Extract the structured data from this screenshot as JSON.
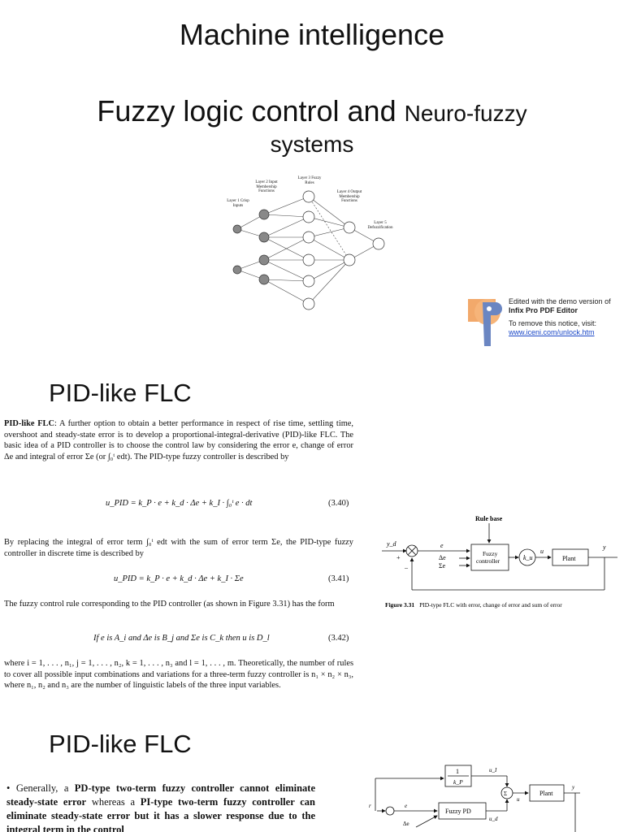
{
  "slide1": {
    "title": "Machine intelligence",
    "subtitle_main": "Fuzzy logic control and",
    "subtitle_small": "Neuro-fuzzy",
    "subtitle_line2": "systems",
    "network": {
      "layer1": "Layer 1 Crisp Inputs",
      "layer2": "Layer 2 Input Membership Functions",
      "layer3": "Layer 3 Fuzzy Rules",
      "layer4": "Layer 4 Output Membership Functions",
      "layer5": "Layer 5 Defuzzification"
    }
  },
  "watermark": {
    "line1": "Edited with the demo version of",
    "line2": "Infix Pro PDF Editor",
    "line3": "To remove this notice, visit:",
    "link": "www.iceni.com/unlock.htm"
  },
  "slide2": {
    "heading": "PID-like FLC",
    "para1_bold": "PID-like FLC",
    "para1": ": A further option to obtain a better performance in respect of rise time, settling time, overshoot and steady-state error is to develop a proportional-integral-derivative (PID)-like FLC. The basic idea of a PID controller is to choose the control law by considering the error e, change of error Δe and integral of error Σe (or ∫₀ᵗ edt). The PID-type fuzzy controller is described by",
    "eq1": "u_PID = k_P · e + k_d · Δe + k_I · ∫₀ᵗ e · dt",
    "eq1_num": "(3.40)",
    "para2": "By replacing the integral of error term ∫₀ᵗ edt with the sum of error term Σe, the PID-type fuzzy controller in discrete time is described by",
    "eq2": "u_PID = k_P · e + k_d · Δe + k_I · Σe",
    "eq2_num": "(3.41)",
    "para3": "The fuzzy control rule corresponding to the PID controller (as shown in Figure 3.31) has the form",
    "eq3": "If e is A_i and Δe is B_j and Σe is C_k then u is D_l",
    "eq3_num": "(3.42)",
    "para4": "where i = 1, . . . , n₁, j = 1, . . . , n₂, k = 1, . . . , n₃ and l = 1, . . . , m. Theoretically, the number of rules to cover all possible input combinations and variations for a three-term fuzzy controller is n₁ × n₂ × n₃, where n₁, n₂ and n₃ are the number of linguistic labels of the three input variables.",
    "figure": {
      "rule_base": "Rule base",
      "yd": "y_d",
      "e": "e",
      "de": "Δe",
      "se": "Σe",
      "fuzzy1": "Fuzzy",
      "fuzzy2": "controller",
      "ku": "k_u",
      "u": "u",
      "plant": "Plant",
      "y": "y",
      "plus": "+",
      "minus": "–",
      "caption_bold": "Figure 3.31",
      "caption": "PID-type FLC with error, change of error and sum of error"
    }
  },
  "slide3": {
    "heading": "PID-like FLC",
    "bullet_pre": "Generally, a ",
    "bullet_b1": "PD-type two-term fuzzy controller cannot eliminate steady-state error",
    "bullet_mid": " whereas a ",
    "bullet_b2": "PI-type two-term fuzzy controller can eliminate steady-state error but it has a slower response due to the integral term in the control",
    "figure": {
      "one": "1",
      "kp": "k_P",
      "ui": "u_I",
      "sigma": "Σ",
      "u": "u",
      "plant": "Plant",
      "y": "y",
      "r": "r",
      "e": "e",
      "fuzzy_pd": "Fuzzy PD",
      "ud": "u_d",
      "de": "Δe"
    }
  }
}
